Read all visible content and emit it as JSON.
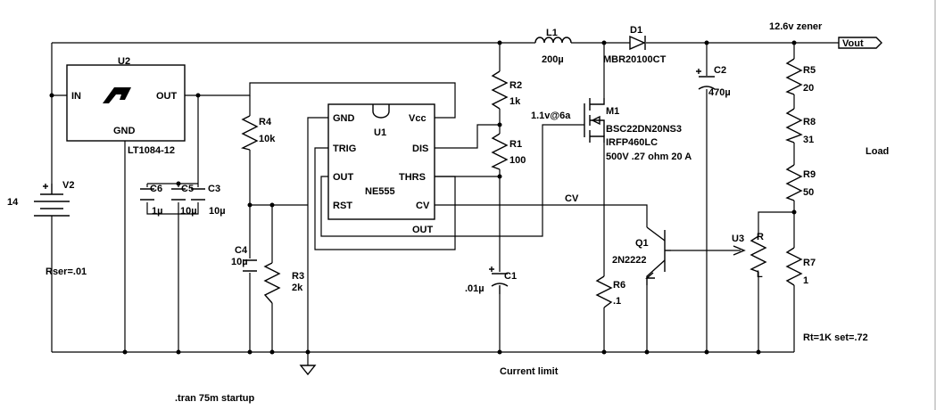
{
  "labels": {
    "zener_note": "12.6v zener",
    "vout": "Vout",
    "load": "Load",
    "rt_note": "Rt=1K set=.72",
    "current_limit": "Current limit",
    "tran": ".tran 75m startup",
    "cv": "CV",
    "out_net": "OUT",
    "mosfet_note": "1.1v@6a"
  },
  "components": {
    "L1": {
      "name": "L1",
      "value": "200µ"
    },
    "D1": {
      "name": "D1",
      "value": "MBR20100CT"
    },
    "C2": {
      "name": "C2",
      "value": "470µ"
    },
    "R5": {
      "name": "R5",
      "value": "20"
    },
    "R8": {
      "name": "R8",
      "value": "31"
    },
    "R9": {
      "name": "R9",
      "value": "50"
    },
    "R7": {
      "name": "R7",
      "value": "1"
    },
    "U3": {
      "name": "U3",
      "pin_r": "R",
      "pin_l": "L"
    },
    "U2": {
      "name": "U2",
      "part": "LT1084-12",
      "pin_in": "IN",
      "pin_out": "OUT",
      "pin_gnd": "GND"
    },
    "V2": {
      "name": "V2",
      "value": "14",
      "ser": "Rser=.01"
    },
    "C6": {
      "name": "C6",
      "value": "1µ"
    },
    "C5": {
      "name": "C5",
      "value": "10µ"
    },
    "C3": {
      "name": "C3",
      "value": "10µ"
    },
    "R4": {
      "name": "R4",
      "value": "10k"
    },
    "C4": {
      "name": "C4",
      "value": "10µ"
    },
    "R3": {
      "name": "R3",
      "value": "2k"
    },
    "U1": {
      "name": "U1",
      "part": "NE555",
      "pin_gnd": "GND",
      "pin_vcc": "Vcc",
      "pin_trig": "TRIG",
      "pin_dis": "DIS",
      "pin_out": "OUT",
      "pin_thrs": "THRS",
      "pin_rst": "RST",
      "pin_cv": "CV"
    },
    "R2": {
      "name": "R2",
      "value": "1k"
    },
    "R1": {
      "name": "R1",
      "value": "100"
    },
    "C1": {
      "name": "C1",
      "value": ".01µ"
    },
    "M1": {
      "name": "M1",
      "part": "BSC22DN20NS3",
      "alt": "IRFP460LC",
      "spec": "500V .27 ohm 20 A"
    },
    "Q1": {
      "name": "Q1",
      "part": "2N2222"
    },
    "R6": {
      "name": "R6",
      "value": ".1"
    }
  }
}
